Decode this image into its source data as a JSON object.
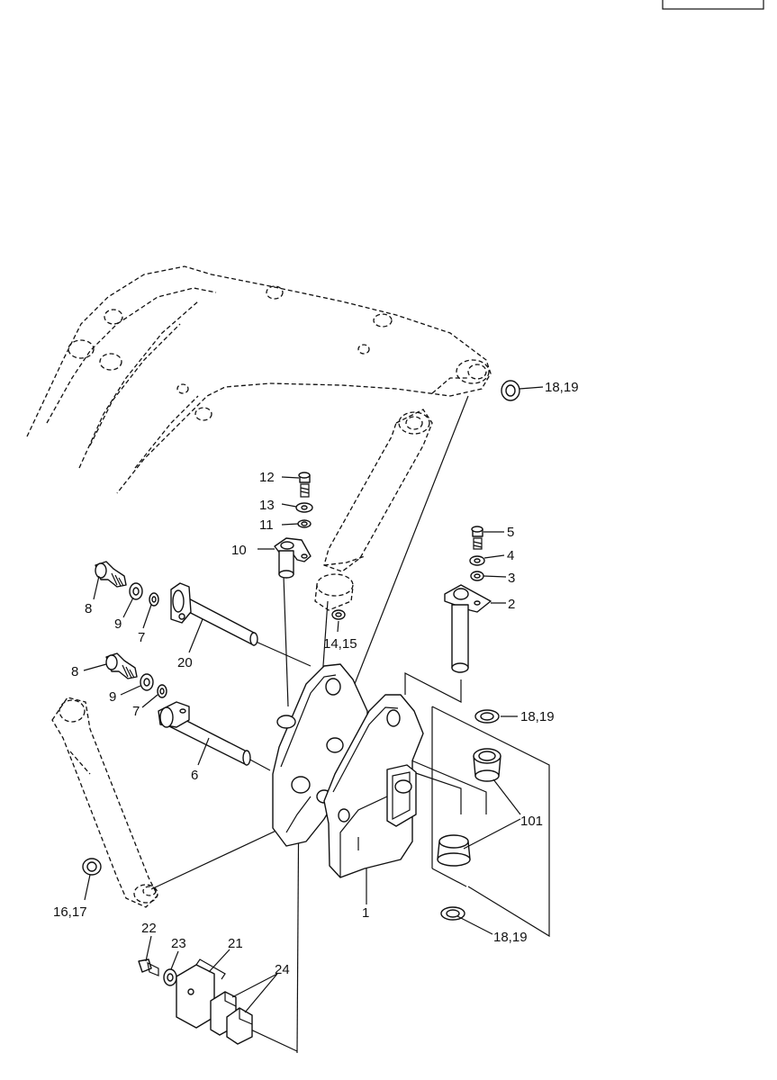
{
  "diagram": {
    "labels": {
      "l1": "1",
      "l2": "2",
      "l3": "3",
      "l4": "4",
      "l5": "5",
      "l6": "6",
      "l7a": "7",
      "l7b": "7",
      "l8a": "8",
      "l8b": "8",
      "l9a": "9",
      "l9b": "9",
      "l10": "10",
      "l11": "11",
      "l12": "12",
      "l13": "13",
      "l14_15": "14,15",
      "l16_17": "16,17",
      "l18_19_top": "18,19",
      "l18_19_mid": "18,19",
      "l18_19_bot": "18,19",
      "l20": "20",
      "l21": "21",
      "l22": "22",
      "l23": "23",
      "l24": "24",
      "l101": "101"
    }
  }
}
